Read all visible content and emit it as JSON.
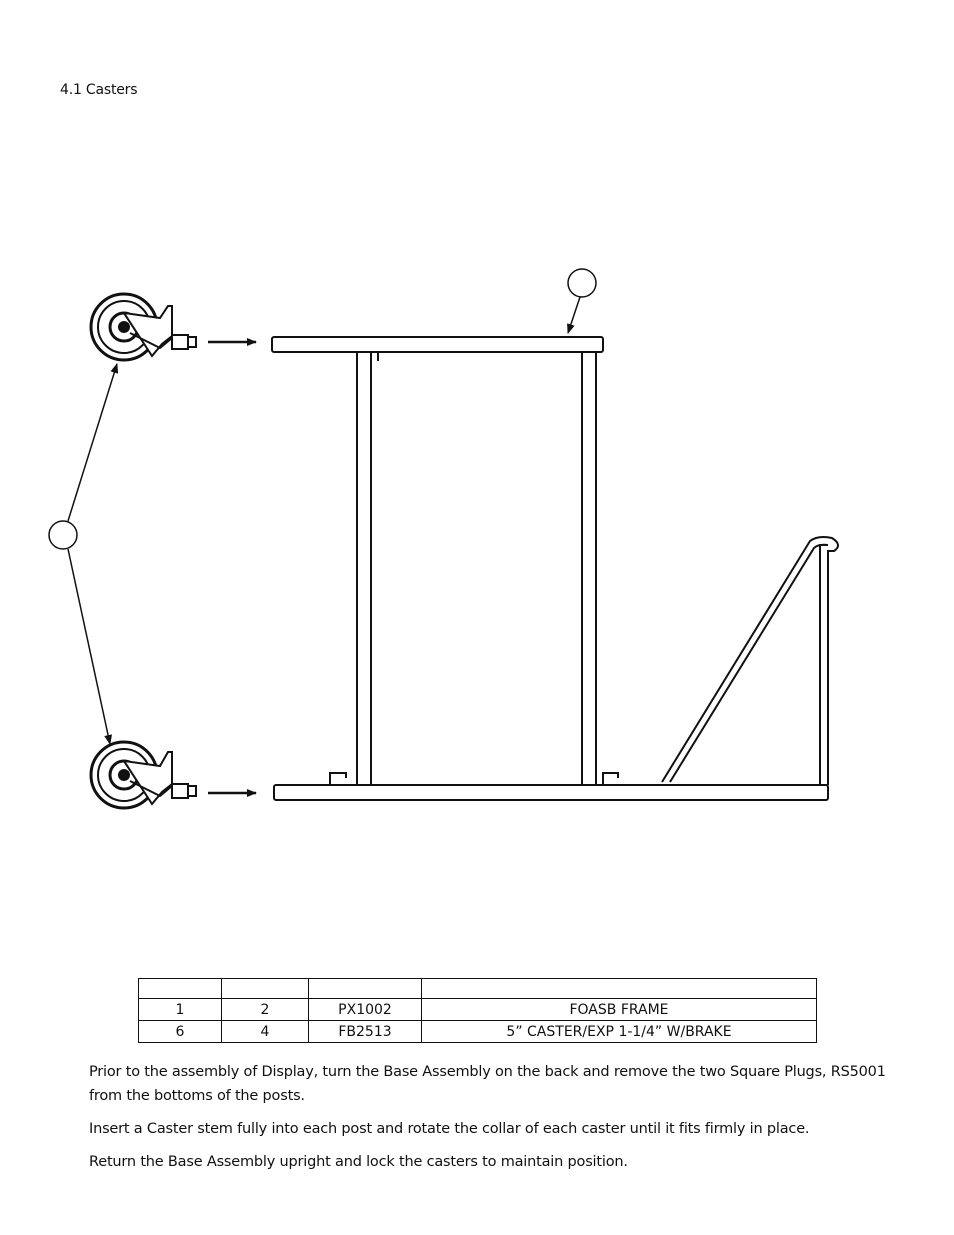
{
  "section_title": "4.1 Casters",
  "callouts": {
    "frame_item": "",
    "caster_item": ""
  },
  "parts_table": {
    "headers": [
      "",
      "",
      "",
      ""
    ],
    "rows": [
      [
        "1",
        "2",
        "PX1002",
        "FOASB FRAME"
      ],
      [
        "6",
        "4",
        "FB2513",
        "5” CASTER/EXP 1-1/4” W/BRAKE"
      ]
    ]
  },
  "instructions": [
    "Prior to the assembly of Display, turn the Base Assembly on the back and remove the two Square Plugs, RS5001 from the bottoms of the posts.",
    "Insert a Caster stem fully into each post and rotate the collar of each caster until it fits firmly in place.",
    "Return the Base Assembly upright and lock the casters to maintain position."
  ]
}
